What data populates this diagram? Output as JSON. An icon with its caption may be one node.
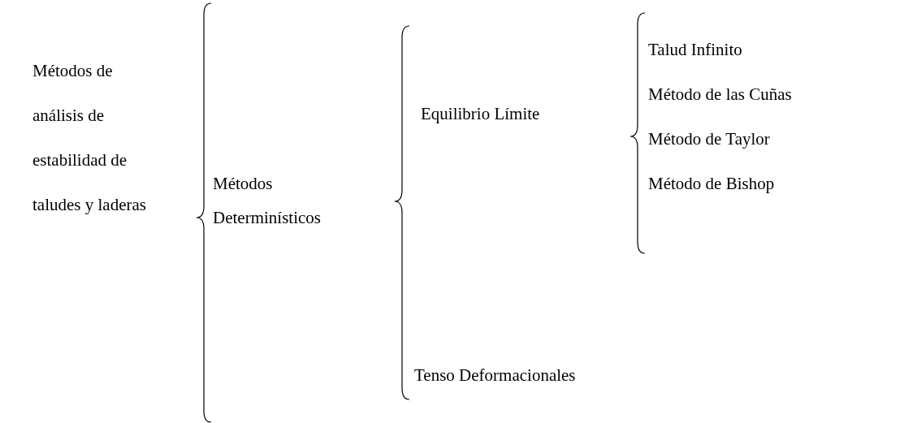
{
  "diagram": {
    "labels": [
      "Métodos de análisis de estabilidad de taludes y laderas",
      "Métodos Determinísticos",
      "Equilibrio Límite",
      "Talud Infinito",
      "Método de las Cuñas",
      "Método de Taylor",
      "Método de Bishop",
      "Tenso Deformacionales"
    ]
  }
}
